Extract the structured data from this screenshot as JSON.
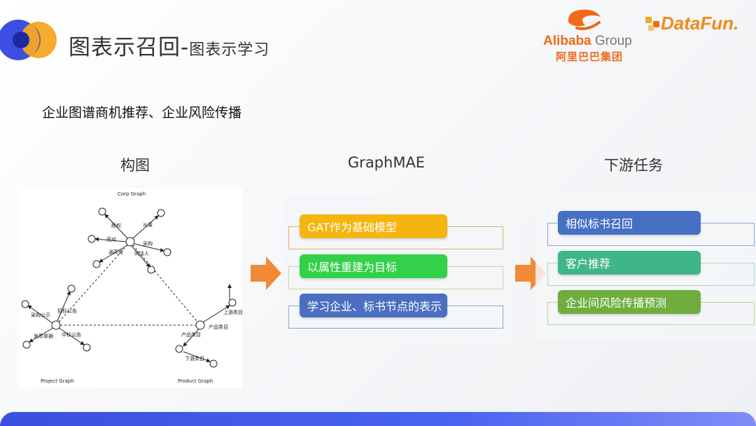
{
  "header": {
    "title_main": "图表示召回-",
    "title_sub": "图表示学习",
    "subtitle": "企业图谱商机推荐、企业风险传播"
  },
  "logos": {
    "alibaba_en": "Alibaba",
    "alibaba_group": "Group",
    "alibaba_cn": "阿里巴巴集团",
    "datafun": "DataFun."
  },
  "columns": {
    "graph": "构图",
    "model": "GraphMAE",
    "task": "下游任务"
  },
  "graph_diagram": {
    "title": "Corp Graph",
    "project_graph": "Project Graph",
    "product_graph": "Product Graph",
    "edges": {
      "guquan": "股权",
      "congshu": "从属",
      "jingdui": "竞对",
      "caigou_top": "采购",
      "tonggao": "通高管",
      "tongfaren": "同法人",
      "zhaobiao": "招标公告",
      "caigou_gongshi": "采购公示",
      "fapiao": "发票单据",
      "zhongbiao": "中标公告",
      "shangyou": "上游类目",
      "chanpin_right": "产品类目",
      "chanpin_mid": "产品类目",
      "xiayou": "下游类目"
    }
  },
  "model_steps": [
    {
      "label": "GAT作为基础模型",
      "color": "#f5b50f"
    },
    {
      "label": "以属性重建为目标",
      "color": "#33d14a"
    },
    {
      "label": "学习企业、标书节点的表示",
      "color": "#4a6fc0"
    }
  ],
  "task_steps": [
    {
      "label": "相似标书召回",
      "color": "#4670c4"
    },
    {
      "label": "客户推荐",
      "color": "#3fb58a"
    },
    {
      "label": "企业间风险传播预测",
      "color": "#6fae3e"
    }
  ],
  "colors": {
    "arrow": "#f08a35",
    "accent_blue": "#3b4fe0",
    "logo_orange": "#f06a1a"
  }
}
